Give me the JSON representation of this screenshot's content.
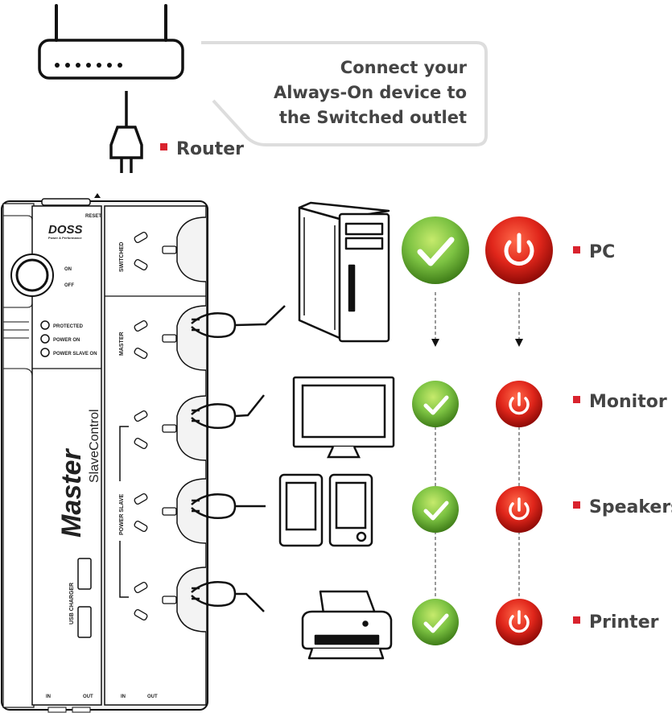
{
  "callout": {
    "line1": "Connect your",
    "line2": "Always-On device to",
    "line3": "the Switched outlet"
  },
  "router_label": "Router",
  "devices": [
    {
      "id": "pc",
      "label": "PC"
    },
    {
      "id": "monitor",
      "label": "Monitor"
    },
    {
      "id": "speakers",
      "label": "Speakers"
    },
    {
      "id": "printer",
      "label": "Printer"
    }
  ],
  "powerboard": {
    "brand": "DOSS",
    "brand_tagline": "Power & Performance",
    "reset_label": "RESET",
    "on_label": "ON",
    "off_label": "OFF",
    "indicators": [
      "PROTECTED",
      "POWER ON",
      "POWER SLAVE ON"
    ],
    "product_name": "Master",
    "product_sub": "SlaveControl",
    "usb_label": "USB CHARGER",
    "switched_label": "SWITCHED",
    "master_label": "MASTER",
    "power_slave_label": "POWER SLAVE",
    "in_label_left": "IN",
    "out_label_left": "OUT",
    "in_label_right": "IN",
    "out_label_right": "OUT"
  },
  "colors": {
    "green": "#7cc242",
    "green_dark": "#4a8a1e",
    "red": "#e0261b",
    "red_dark": "#a50f0a",
    "bullet": "#d9232e",
    "text": "#444444",
    "callout_border": "#dddddd"
  },
  "icons": {
    "ok": "check-mark-icon",
    "power": "power-icon"
  }
}
